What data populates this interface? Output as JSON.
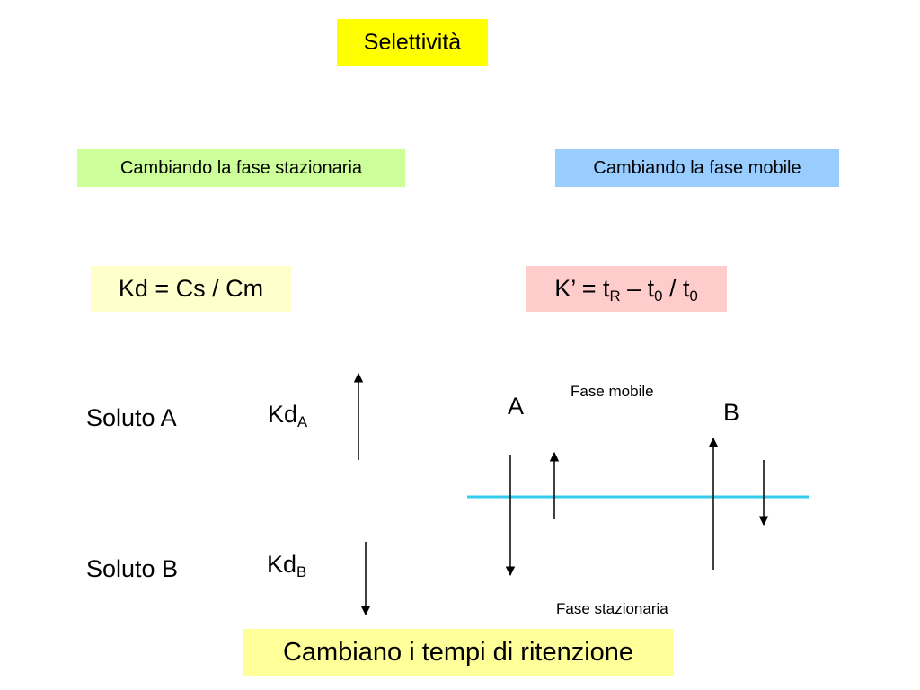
{
  "slide": {
    "title": "Selettività",
    "stationary_label": "Cambiando la fase stazionaria",
    "mobile_label": "Cambiando la fase mobile",
    "kd_formula": "Kd = Cs / Cm",
    "kprime": {
      "lhs": "K’ = t",
      "sub1": "R",
      "mid": " – t",
      "sub2": "0",
      "rest": " / t",
      "sub3": "0"
    },
    "solute_a": "Soluto A",
    "solute_b": "Soluto B",
    "kd_a": {
      "base": "Kd",
      "sub": "A"
    },
    "kd_b": {
      "base": "Kd",
      "sub": "B"
    },
    "label_a": "A",
    "label_b": "B",
    "mobile_phase": "Fase mobile",
    "stationary_phase": "Fase stazionaria",
    "conclusion": "Cambiano i tempi di ritenzione"
  },
  "colors": {
    "title_bg": "#ffff00",
    "stationary_bg": "#ccff99",
    "mobile_bg": "#99ccff",
    "kd_bg": "#ffffcc",
    "kprime_bg": "#ffcccc",
    "conclusion_bg": "#ffff99",
    "interface_line": "#33ccee"
  }
}
